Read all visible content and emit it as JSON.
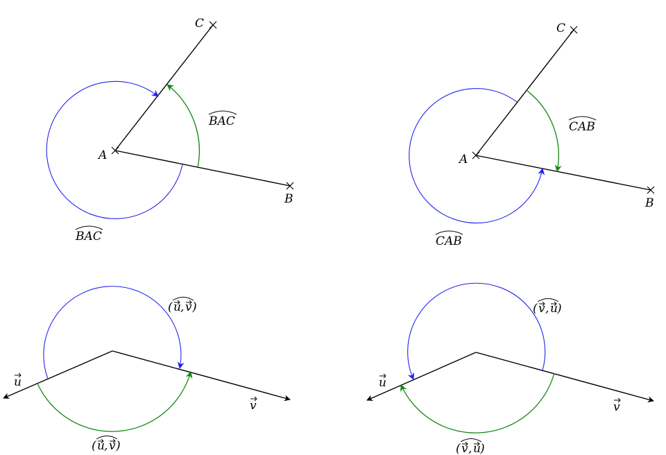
{
  "colors": {
    "line": "#000000",
    "reflex_arc": "#2222ee",
    "acute_arc": "#118811"
  },
  "panels": [
    {
      "vertex": "A",
      "point1": "B",
      "point2": "C",
      "acute_angle_label": "BAC",
      "reflex_angle_label": "BAC",
      "acute_arc_color": "green",
      "reflex_arc_color": "blue"
    },
    {
      "vertex": "A",
      "point1": "B",
      "point2": "C",
      "acute_angle_label": "CAB",
      "reflex_angle_label": "CAB",
      "acute_arc_color": "green",
      "reflex_arc_color": "blue"
    },
    {
      "vector1": "u",
      "vector2": "v",
      "angle_label_top_a": "u",
      "angle_label_top_b": "v",
      "angle_label_bottom_a": "u",
      "angle_label_bottom_b": "v",
      "sep": ","
    },
    {
      "vector1": "u",
      "vector2": "v",
      "angle_label_top_a": "v",
      "angle_label_top_b": "u",
      "angle_label_bottom_a": "v",
      "angle_label_bottom_b": "u",
      "sep": ","
    }
  ]
}
